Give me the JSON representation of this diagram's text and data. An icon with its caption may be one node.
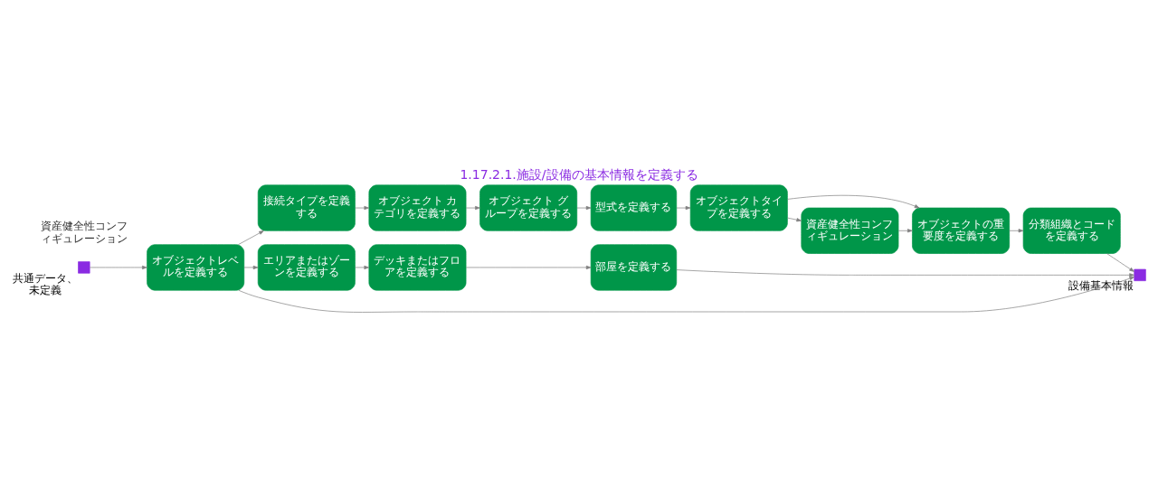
{
  "diagram": {
    "title": "1.17.2.1.施設/設備の基本情報を定義する",
    "nodes": [
      {
        "text": [],
        "shape": "box",
        "beside": [
          "共通データ、未定義"
        ]
      },
      {
        "text": [
          "オブジェクトレベルを定義する"
        ]
      },
      {
        "text": [
          "接続タイプを定義する"
        ]
      },
      {
        "text": [
          "オブジェクト カテゴリを定義する"
        ]
      },
      {
        "text": [
          "オブジェクト グループを定義する"
        ]
      },
      {
        "text": [
          "型式を定義する"
        ]
      },
      {
        "text": [
          "オブジェクトタイプを定義する"
        ]
      },
      {
        "text": [
          "オブジェクトの重要度を定義する"
        ]
      },
      {
        "text": [
          "分類組織とコードを定義する"
        ]
      },
      {
        "text": [
          "資産健全性コンフィギュレーション"
        ]
      },
      {
        "text": [
          "エリアまたはゾーンを定義する"
        ]
      },
      {
        "text": [
          "デッキまたはフロアを定義する"
        ]
      },
      {
        "text": [
          "部屋を定義する"
        ]
      },
      {
        "text": [],
        "shape": "box",
        "beside": [
          "設備基本情報"
        ]
      }
    ],
    "edges": [
      {
        "from": 0,
        "to": 1,
        "arrow": "to"
      },
      {
        "from": 1,
        "to": 13,
        "arrow": "to"
      },
      {
        "from": 1,
        "to": 2,
        "arrow": "to"
      },
      {
        "from": 1,
        "to": 10,
        "arrow": "to"
      },
      {
        "from": 2,
        "to": 3,
        "arrow": "to"
      },
      {
        "from": 3,
        "to": 4,
        "arrow": "to"
      },
      {
        "from": 4,
        "to": 5,
        "arrow": "to"
      },
      {
        "from": 5,
        "to": 6,
        "arrow": "to"
      },
      {
        "from": 6,
        "to": 7,
        "arrow": "to"
      },
      {
        "from": 7,
        "to": 8,
        "arrow": "to"
      },
      {
        "from": 6,
        "to": 9,
        "arrow": "to"
      },
      {
        "from": 9,
        "to": 7,
        "arrow": "to"
      },
      {
        "from": 8,
        "to": 13,
        "arrow": "to"
      },
      {
        "from": 10,
        "to": 11,
        "arrow": "to"
      },
      {
        "from": 11,
        "to": 12,
        "arrow": "to"
      },
      {
        "from": 12,
        "to": 13,
        "arrow": "to"
      }
    ],
    "labels": [
      "資産健全性コンフィギュレーション"
    ]
  }
}
